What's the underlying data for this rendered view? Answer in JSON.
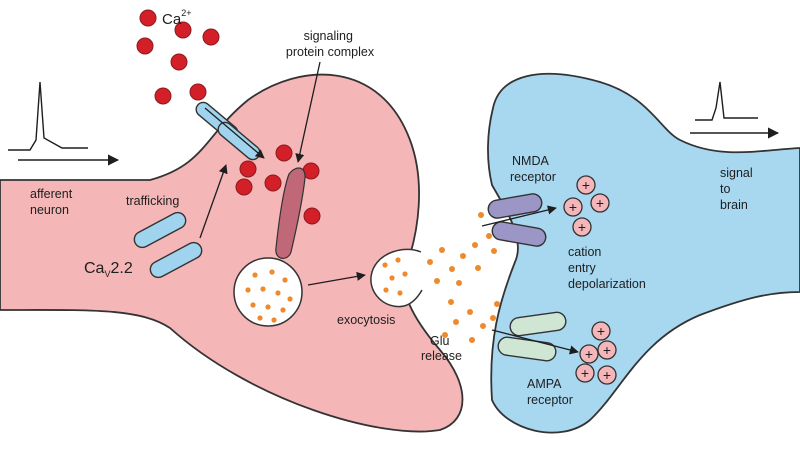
{
  "colors": {
    "presynaptic": "#f5b6b7",
    "postsynaptic": "#a8d7f0",
    "outline": "#333333",
    "calcium": "#d31f28",
    "calcium_stroke": "#8c1a1f",
    "channel": "#9fd3ee",
    "signaling_protein": "#c06878",
    "glutamate": "#ee8a2c",
    "nmda_receptor": "#9c96c6",
    "ampa_receptor": "#cfe6d5",
    "cation": "#f4b6b8"
  },
  "labels": {
    "calcium_base": "Ca",
    "calcium_sup": "2+",
    "signaling_line1": "signaling",
    "signaling_line2": "protein complex",
    "afferent_line1": "afferent",
    "afferent_line2": "neuron",
    "trafficking": "trafficking",
    "cav_main": "Ca",
    "cav_sub": "V",
    "cav_suffix": "2.2",
    "exocytosis": "exocytosis",
    "glu_line1": "Glu",
    "glu_line2": "release",
    "nmda_line1": "NMDA",
    "nmda_line2": "receptor",
    "cation_line1": "cation",
    "cation_line2": "entry",
    "cation_line3": "depolarization",
    "ampa_line1": "AMPA",
    "ampa_line2": "receptor",
    "signal_line1": "signal",
    "signal_line2": "to",
    "signal_line3": "brain",
    "plus": "+"
  }
}
